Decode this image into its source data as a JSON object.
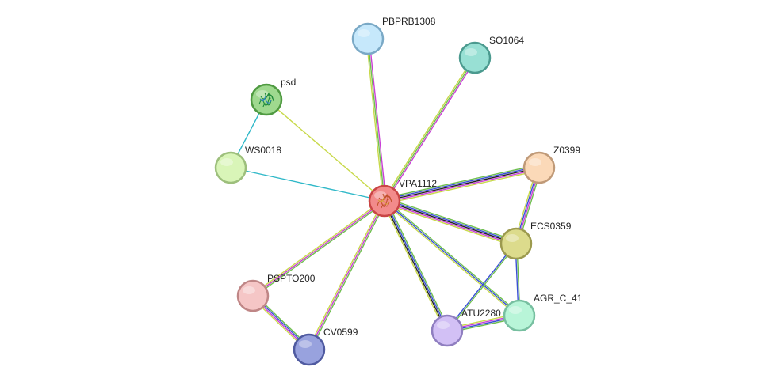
{
  "network": {
    "nodes": [
      {
        "id": "VPA1112",
        "label": "VPA1112",
        "fill": "#f28b8b",
        "stroke": "#c94545",
        "structure": true
      },
      {
        "id": "PBPRB1308",
        "label": "PBPRB1308",
        "fill": "#c6e8fb",
        "stroke": "#7aa9c6",
        "structure": false
      },
      {
        "id": "SO1064",
        "label": "SO1064",
        "fill": "#98e0d4",
        "stroke": "#4b9a8f",
        "structure": false
      },
      {
        "id": "psd",
        "label": "psd",
        "fill": "#9fd98f",
        "stroke": "#4f9a41",
        "structure": true
      },
      {
        "id": "WS0018",
        "label": "WS0018",
        "fill": "#d9f5b8",
        "stroke": "#9dbf7c",
        "structure": false
      },
      {
        "id": "Z0399",
        "label": "Z0399",
        "fill": "#fbd9b8",
        "stroke": "#c09a78",
        "structure": false
      },
      {
        "id": "ECS0359",
        "label": "ECS0359",
        "fill": "#dcdb8c",
        "stroke": "#9c9a4e",
        "structure": false
      },
      {
        "id": "AGR_C_41",
        "label": "AGR_C_41",
        "fill": "#b8f5d8",
        "stroke": "#77bfa0",
        "structure": false
      },
      {
        "id": "ATU2280",
        "label": "ATU2280",
        "fill": "#d2c0f5",
        "stroke": "#8f7ec0",
        "structure": false
      },
      {
        "id": "PSPTO200",
        "label": "PSPTO200",
        "fill": "#f5c6c6",
        "stroke": "#bf8686",
        "structure": false
      },
      {
        "id": "CV0599",
        "label": "CV0599",
        "fill": "#98a2de",
        "stroke": "#4f5aa0",
        "structure": false
      }
    ],
    "edges": [
      {
        "from": "VPA1112",
        "to": "PBPRB1308",
        "colors": [
          "#c8d94a",
          "#6fbf4f",
          "#c93fd6"
        ]
      },
      {
        "from": "VPA1112",
        "to": "SO1064",
        "colors": [
          "#c8d94a",
          "#6fbf4f",
          "#c93fd6"
        ]
      },
      {
        "from": "VPA1112",
        "to": "psd",
        "colors": [
          "#c8d94a"
        ]
      },
      {
        "from": "VPA1112",
        "to": "WS0018",
        "colors": [
          "#2fb8c8"
        ]
      },
      {
        "from": "psd",
        "to": "WS0018",
        "colors": [
          "#2fb8c8"
        ]
      },
      {
        "from": "VPA1112",
        "to": "Z0399",
        "colors": [
          "#6fbf4f",
          "#3a4fd6",
          "#222222",
          "#c93fd6",
          "#c8d94a"
        ]
      },
      {
        "from": "VPA1112",
        "to": "ECS0359",
        "colors": [
          "#6fbf4f",
          "#3a4fd6",
          "#222222",
          "#c93fd6",
          "#c8d94a"
        ]
      },
      {
        "from": "VPA1112",
        "to": "AGR_C_41",
        "colors": [
          "#6fbf4f",
          "#3a4fd6",
          "#c8d94a"
        ]
      },
      {
        "from": "VPA1112",
        "to": "ATU2280",
        "colors": [
          "#6fbf4f",
          "#3a4fd6",
          "#222222",
          "#c8d94a"
        ]
      },
      {
        "from": "VPA1112",
        "to": "PSPTO200",
        "colors": [
          "#6fbf4f",
          "#c93fd6",
          "#c8d94a"
        ]
      },
      {
        "from": "VPA1112",
        "to": "CV0599",
        "colors": [
          "#6fbf4f",
          "#c93fd6",
          "#c8d94a"
        ]
      },
      {
        "from": "Z0399",
        "to": "ECS0359",
        "colors": [
          "#6fbf4f",
          "#c93fd6",
          "#3a4fd6",
          "#c8d94a"
        ]
      },
      {
        "from": "ECS0359",
        "to": "AGR_C_41",
        "colors": [
          "#6fbf4f",
          "#3a4fd6"
        ]
      },
      {
        "from": "ECS0359",
        "to": "ATU2280",
        "colors": [
          "#6fbf4f",
          "#3a4fd6"
        ]
      },
      {
        "from": "AGR_C_41",
        "to": "ATU2280",
        "colors": [
          "#6fbf4f",
          "#3a4fd6",
          "#c93fd6",
          "#c8d94a"
        ]
      },
      {
        "from": "PSPTO200",
        "to": "CV0599",
        "colors": [
          "#6fbf4f",
          "#3a4fd6",
          "#c93fd6",
          "#c8d94a"
        ]
      }
    ]
  }
}
